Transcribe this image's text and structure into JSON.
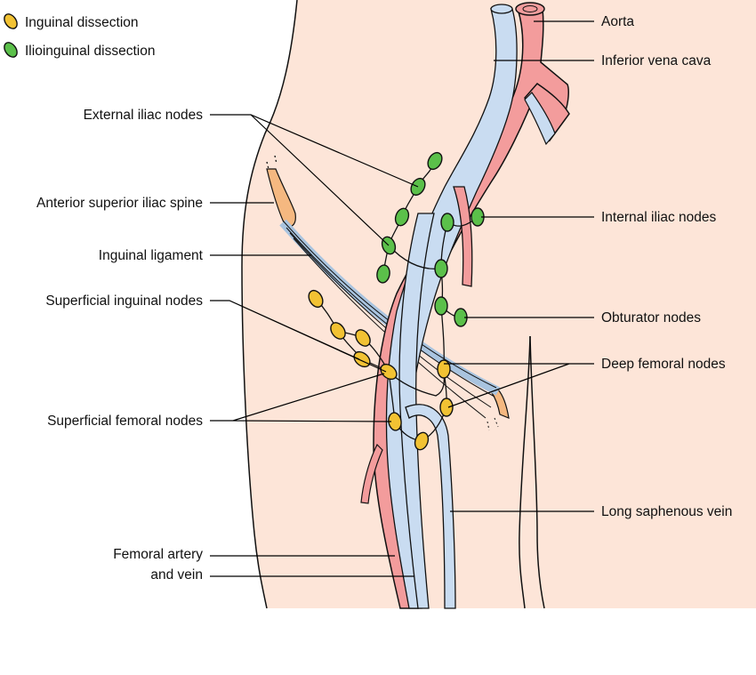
{
  "legend": {
    "inguinal": "Inguinal dissection",
    "ilioinguinal": "Ilioinguinal dissection"
  },
  "labels": {
    "aorta": "Aorta",
    "ivc": "Inferior vena cava",
    "external_iliac": "External iliac nodes",
    "asis": "Anterior superior iliac spine",
    "internal_iliac": "Internal iliac nodes",
    "inguinal_ligament": "Inguinal ligament",
    "superficial_inguinal": "Superficial inguinal nodes",
    "obturator": "Obturator nodes",
    "deep_femoral": "Deep femoral nodes",
    "superficial_femoral": "Superficial femoral nodes",
    "long_saphenous": "Long saphenous vein",
    "femoral_line1": "Femoral artery",
    "femoral_line2": "and vein"
  },
  "colors": {
    "skin": "#fde5d8",
    "artery": "#f39c9c",
    "vein": "#c9dcf1",
    "node_inguinal": "#f2c233",
    "node_ilioinguinal": "#5bc04a",
    "bone": "#f5b880"
  }
}
